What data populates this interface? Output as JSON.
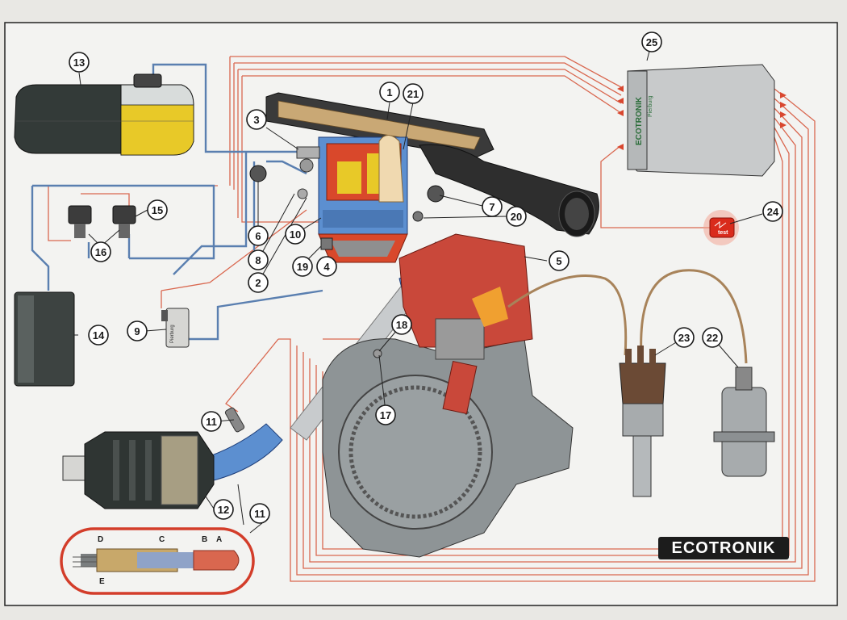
{
  "brand": {
    "name": "ECOTRONIK"
  },
  "ecu": {
    "title": "ECOTRONIK",
    "maker": "Pierburg"
  },
  "test_lamp": {
    "label": "test"
  },
  "lambda_sensor": {
    "letters": [
      "D",
      "C",
      "B",
      "A",
      "E"
    ]
  },
  "callouts": [
    {
      "id": "1",
      "label": "1"
    },
    {
      "id": "2",
      "label": "2"
    },
    {
      "id": "3",
      "label": "3"
    },
    {
      "id": "4",
      "label": "4"
    },
    {
      "id": "5",
      "label": "5"
    },
    {
      "id": "6",
      "label": "6"
    },
    {
      "id": "7",
      "label": "7"
    },
    {
      "id": "8",
      "label": "8"
    },
    {
      "id": "9",
      "label": "9"
    },
    {
      "id": "10",
      "label": "10"
    },
    {
      "id": "11a",
      "label": "11"
    },
    {
      "id": "11b",
      "label": "11"
    },
    {
      "id": "11c",
      "label": "11"
    },
    {
      "id": "12",
      "label": "12"
    },
    {
      "id": "13",
      "label": "13"
    },
    {
      "id": "14",
      "label": "14"
    },
    {
      "id": "15",
      "label": "15"
    },
    {
      "id": "16",
      "label": "16"
    },
    {
      "id": "17",
      "label": "17"
    },
    {
      "id": "18",
      "label": "18"
    },
    {
      "id": "19",
      "label": "19"
    },
    {
      "id": "20",
      "label": "20"
    },
    {
      "id": "21",
      "label": "21"
    },
    {
      "id": "22",
      "label": "22"
    },
    {
      "id": "23",
      "label": "23"
    },
    {
      "id": "24",
      "label": "24"
    },
    {
      "id": "25",
      "label": "25"
    }
  ],
  "colors": {
    "wire_red": "#d9674f",
    "wire_blue": "#5a7fb0",
    "fuel_yellow": "#e8c928",
    "engine_gray": "#8e9496",
    "ecu_gray": "#c8cacb",
    "test_red": "#d92b1c"
  }
}
